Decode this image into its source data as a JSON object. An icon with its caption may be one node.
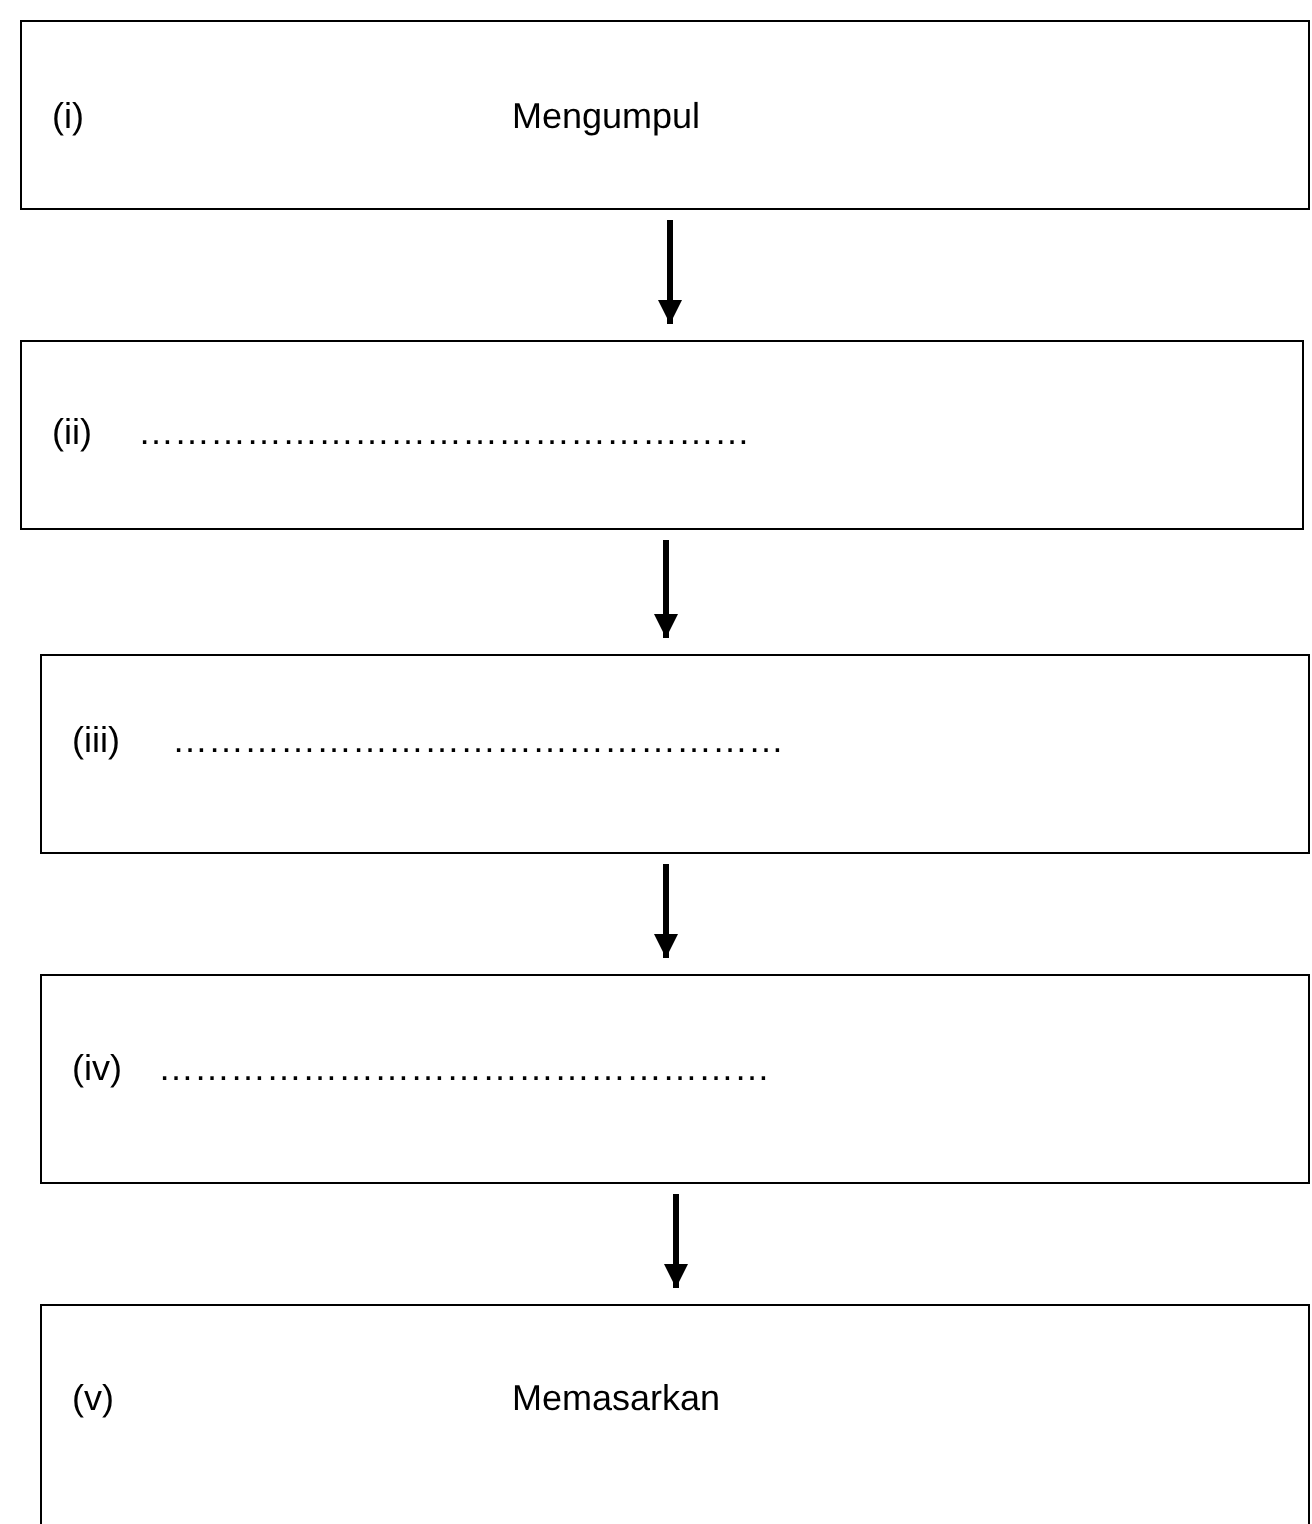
{
  "diagram": {
    "nodes": [
      {
        "text": [
          "(i)",
          "Mengumpul"
        ]
      },
      {
        "text": [
          "(ii)",
          "……………………………………………"
        ]
      },
      {
        "text": [
          "(iii)",
          "……………………………………………"
        ]
      },
      {
        "text": [
          "(iv)",
          "……………………………………………"
        ]
      },
      {
        "text": [
          "(v)",
          "Memasarkan"
        ]
      }
    ],
    "edges": [
      {
        "from": 0,
        "to": 1,
        "arrow": "to"
      },
      {
        "from": 1,
        "to": 2,
        "arrow": "to"
      },
      {
        "from": 2,
        "to": 3,
        "arrow": "to"
      },
      {
        "from": 3,
        "to": 4,
        "arrow": "to"
      }
    ]
  }
}
